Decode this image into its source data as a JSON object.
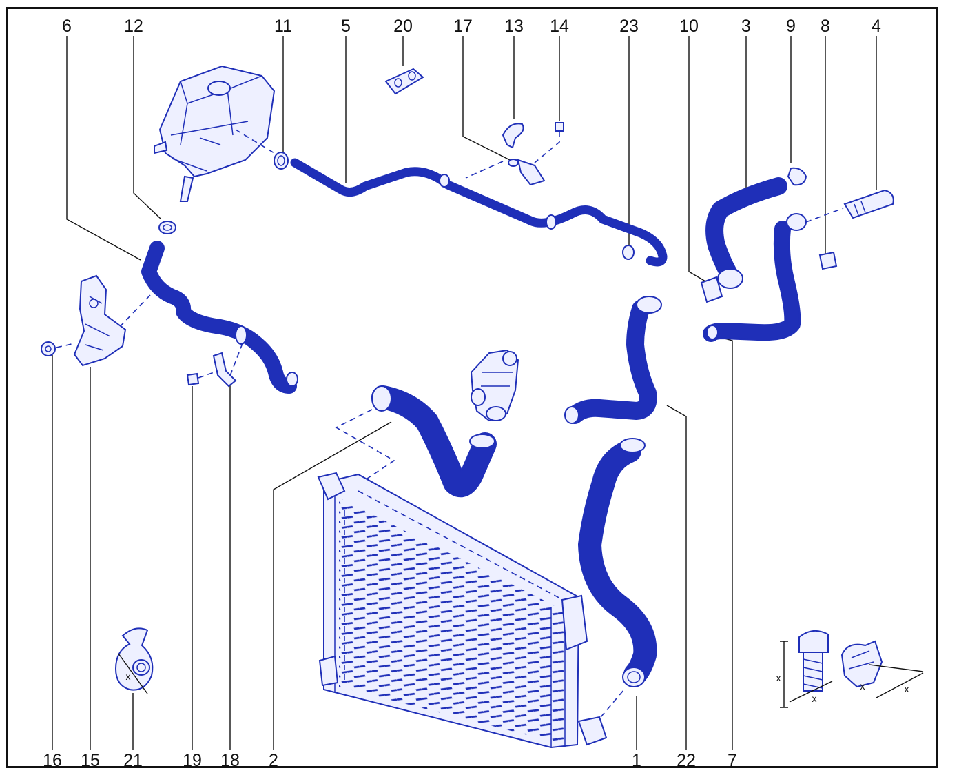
{
  "callouts": {
    "c1": "1",
    "c2": "2",
    "c3": "3",
    "c4": "4",
    "c5": "5",
    "c6": "6",
    "c7": "7",
    "c8": "8",
    "c9": "9",
    "c10": "10",
    "c11": "11",
    "c12": "12",
    "c13": "13",
    "c14": "14",
    "c15": "15",
    "c16": "16",
    "c17": "17",
    "c18": "18",
    "c19": "19",
    "c20": "20",
    "c21": "21",
    "c22": "22",
    "c23": "23"
  },
  "dimension_marks": {
    "clamp_x": "x",
    "bolt_height_x": "x",
    "bolt_width_x": "x",
    "hose_clamp_x1": "x",
    "hose_clamp_x2": "x"
  },
  "colors": {
    "line_art": "#1f2fb8",
    "labels": "#111111",
    "frame": "#111111"
  }
}
